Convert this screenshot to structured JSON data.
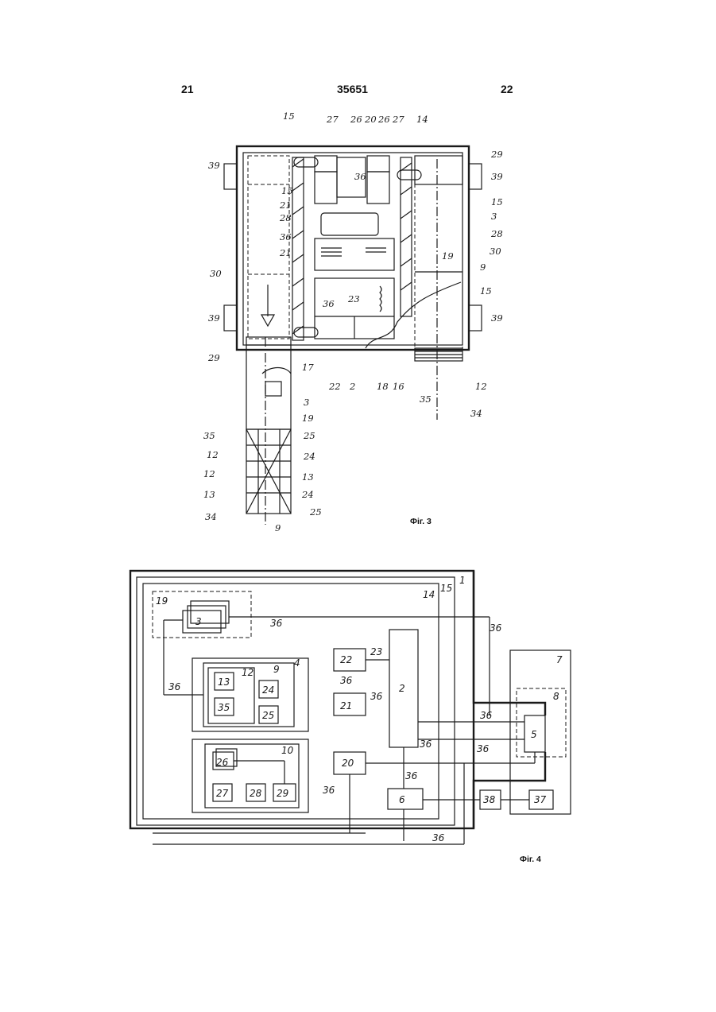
{
  "header": {
    "left_page": "21",
    "patent_number": "35651",
    "right_page": "22"
  },
  "figures": [
    {
      "caption": "Фіг. 3",
      "labels": [
        "15",
        "27",
        "26",
        "20",
        "26",
        "27",
        "14",
        "39",
        "29",
        "39",
        "36",
        "15",
        "21",
        "15",
        "28",
        "3",
        "28",
        "36",
        "21",
        "19",
        "30",
        "30",
        "9",
        "36",
        "23",
        "15",
        "39",
        "39",
        "29",
        "17",
        "22",
        "2",
        "18",
        "16",
        "35",
        "12",
        "34",
        "3",
        "19",
        "25",
        "35",
        "24",
        "12",
        "13",
        "12",
        "24",
        "13",
        "25",
        "34",
        "9"
      ]
    },
    {
      "caption": "Фіг. 4",
      "labels": [
        "1",
        "15",
        "14",
        "19",
        "3",
        "36",
        "36",
        "22",
        "23",
        "7",
        "9",
        "12",
        "4",
        "13",
        "24",
        "36",
        "36",
        "35",
        "25",
        "21",
        "36",
        "2",
        "8",
        "36",
        "5",
        "36",
        "10",
        "36",
        "26",
        "20",
        "36",
        "27",
        "28",
        "29",
        "36",
        "6",
        "38",
        "37",
        "36"
      ]
    }
  ]
}
